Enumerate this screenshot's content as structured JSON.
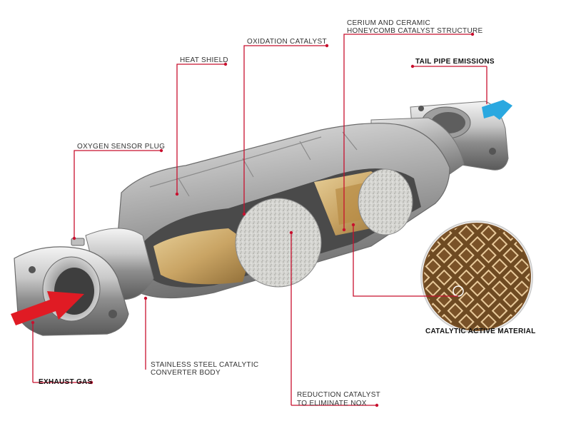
{
  "labels": {
    "cerium_line1": "CERIUM AND CERAMIC",
    "cerium_line2": "HONEYCOMB CATALYST STRUCTURE",
    "oxidation": "OXIDATION CATALYST",
    "heat_shield": "HEAT SHIELD",
    "tail_pipe": "TAIL PIPE EMISSIONS",
    "oxygen_sensor": "OXYGEN SENSOR PLUG",
    "catalytic_active": "CATALYTIC ACTIVE MATERIAL",
    "stainless_line1": "STAINLESS STEEL CATALYTIC",
    "stainless_line2": "CONVERTER BODY",
    "exhaust_gas": "EXHAUST GAS",
    "reduction_line1": "REDUCTION CATALYST",
    "reduction_line2": "TO ELIMINATE NOX"
  },
  "colors": {
    "leader_line": "#c8102e",
    "inlet_arrow": "#e01b24",
    "outlet_arrow": "#2aa8e0",
    "substrate": "#d9d9d4",
    "gold_core": "#c9a464"
  }
}
